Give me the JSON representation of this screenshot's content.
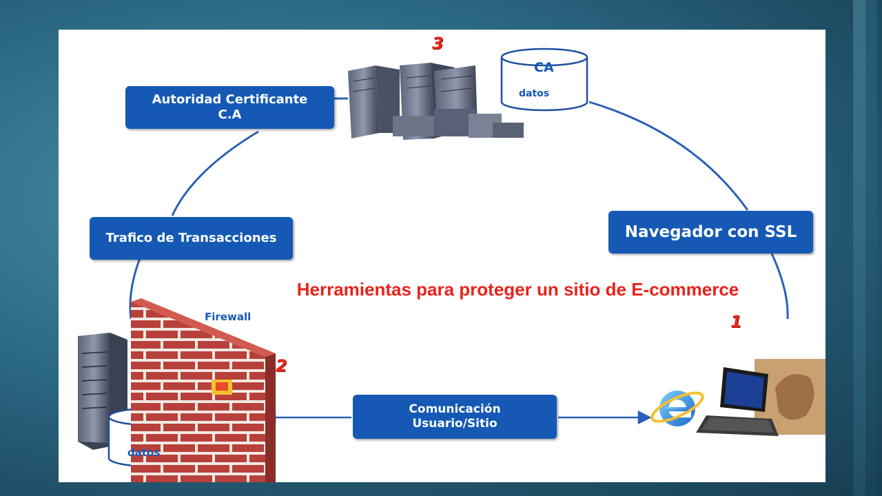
{
  "title": "Herramientas para proteger un sitio de E-commerce",
  "boxes": {
    "ca_line1": "Autoridad Certificante",
    "ca_line2": "C.A",
    "trafico": "Trafico de Transacciones",
    "navegador": "Navegador con SSL",
    "comunicacion_line1": "Comunicación",
    "comunicacion_line2": "Usuario/Sitio"
  },
  "labels": {
    "firewall": "Firewall",
    "ca_db_top": "CA",
    "ca_db_bottom": "datos",
    "site_db": "datos"
  },
  "numbers": {
    "n1": "1",
    "n2": "2",
    "n3": "3"
  },
  "colors": {
    "box_blue": "#1559b5",
    "title_red": "#e8231b",
    "number_red": "#e8261a"
  },
  "icons": [
    "server-rack-icon",
    "database-cylinder-icon",
    "firewall-brick-wall-icon",
    "internet-explorer-icon",
    "laptop-icon"
  ]
}
